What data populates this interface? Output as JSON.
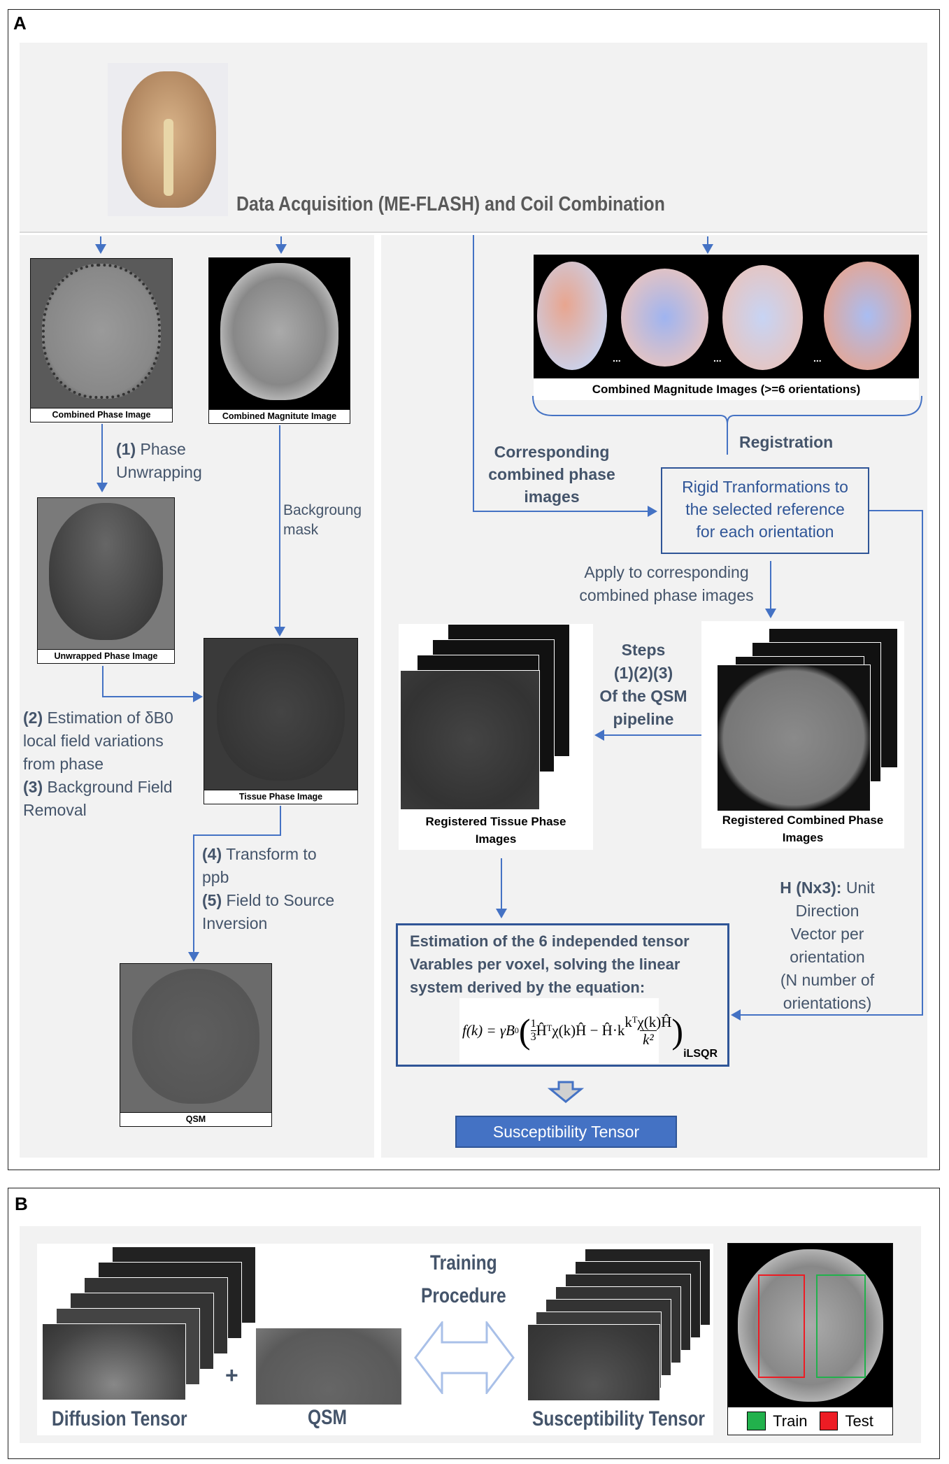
{
  "panel_a": {
    "label": "A",
    "title": "Data Acquisition (ME-FLASH) and Coil Combination",
    "left": {
      "phase_caption": "Combined Phase Image",
      "magnitude_caption": "Combined Magnitute Image",
      "step1_num": "(1)",
      "step1_text": " Phase",
      "step1_text2": "Unwrapping",
      "mask_line1": "Backgroung",
      "mask_line2": "mask",
      "unwrapped_caption": "Unwrapped Phase Image",
      "tissue_caption": "Tissue Phase Image",
      "step2_num": "(2)",
      "step2_l1": " Estimation of δB0",
      "step2_l2": "local field variations",
      "step2_l3": "from phase",
      "step3_num": "(3)",
      "step3_l1": " Background Field",
      "step3_l2": "Removal",
      "step4_num": "(4)",
      "step4_l1": " Transform to",
      "step4_l2": "ppb",
      "step5_num": "(5)",
      "step5_l1": " Field to Source",
      "step5_l2": "Inversion",
      "qsm_caption": "QSM"
    },
    "right": {
      "magnitudes_caption": "Combined Magnitude Images (>=6 orientations)",
      "ellipsis": "...",
      "registration": "Registration",
      "corresponding": [
        "Corresponding",
        "combined phase",
        "images"
      ],
      "rigid": [
        "Rigid Tranformations to",
        "the selected reference",
        "for each orientation"
      ],
      "apply": [
        "Apply to corresponding",
        "combined phase images"
      ],
      "steps": [
        "Steps",
        "(1)(2)(3)",
        "Of the QSM",
        "pipeline"
      ],
      "reg_tissue_caption": [
        "Registered Tissue Phase",
        "Images"
      ],
      "reg_combined_caption": [
        "Registered Combined Phase",
        "Images"
      ],
      "h_bold": "H (Nx3):",
      "h_lines": [
        " Unit",
        "Direction",
        "Vector per",
        "orientation",
        "(N number of",
        "orientations)"
      ],
      "estimation": [
        "Estimation of the  6 independed tensor",
        "Varables per voxel, solving the linear",
        "system derived by the equation:"
      ],
      "equation": {
        "lhs": "f(k) = γB",
        "sub0": "0",
        "frac1_num": "1",
        "frac1_den": "3",
        "mid": "Ĥᵀχ(k)Ĥ − Ĥ·k",
        "frac2_num": "kᵀχ(k)Ĥ",
        "frac2_den": "k²"
      },
      "ilsqr": "iLSQR",
      "output": "Susceptibility Tensor"
    }
  },
  "panel_b": {
    "label": "B",
    "diffusion": "Diffusion Tensor",
    "plus": "+",
    "qsm": "QSM",
    "training": [
      "Training",
      "Procedure"
    ],
    "susceptibility": "Susceptibility Tensor",
    "legend": [
      {
        "label": "Train",
        "color": "#22b14c"
      },
      {
        "label": "Test",
        "color": "#ed1c24"
      }
    ]
  },
  "colors": {
    "accent": "#4472c4",
    "text": "#44546a",
    "title": "#595959"
  }
}
